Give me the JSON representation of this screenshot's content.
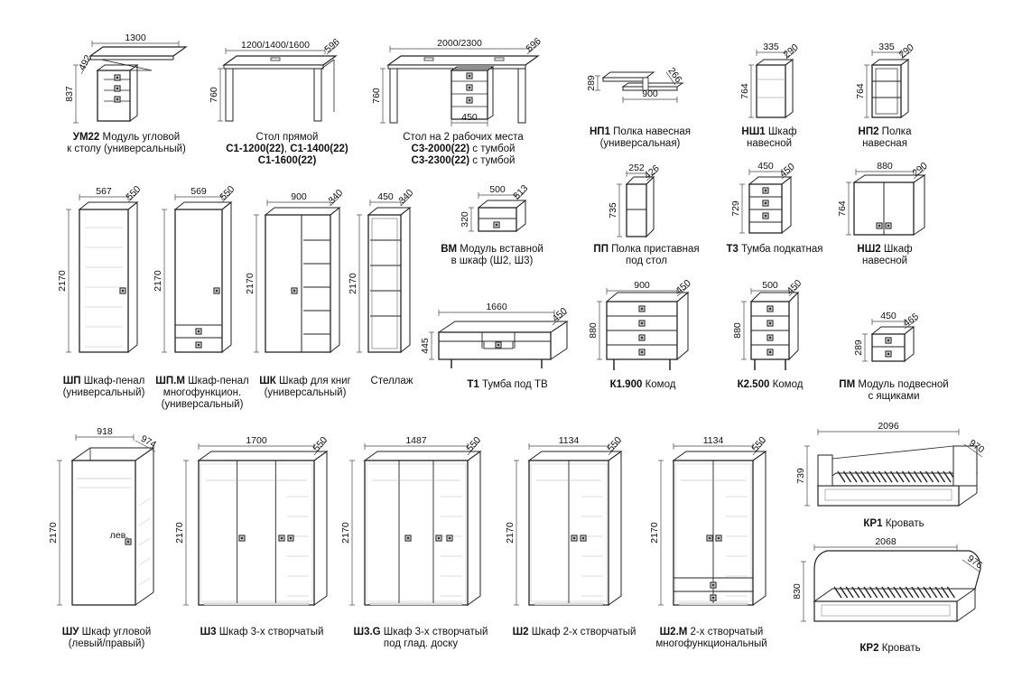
{
  "items": [
    {
      "code": "УМ22",
      "name": "Модуль угловой",
      "lines": [
        "к столу (универсальный)"
      ],
      "dims": [
        "1300",
        "492",
        "837"
      ]
    },
    {
      "code": "",
      "name": "Стол прямой",
      "lines": [
        "С1-1200(22), С1-1400(22)",
        "С1-1600(22)"
      ],
      "dims": [
        "1200/1400/1600",
        "596",
        "760"
      ]
    },
    {
      "code": "",
      "name": "Стол на 2 рабочих места",
      "lines": [
        "С3-2000(22) с тумбой",
        "С3-2300(22) с тумбой"
      ],
      "dims": [
        "2000/2300",
        "596",
        "760",
        "450"
      ]
    },
    {
      "code": "НП1",
      "name": "Полка навесная",
      "lines": [
        "(универсальная)"
      ],
      "dims": [
        "289",
        "266",
        "900"
      ]
    },
    {
      "code": "НШ1",
      "name": "Шкаф",
      "lines": [
        "навесной"
      ],
      "dims": [
        "335",
        "290",
        "764"
      ]
    },
    {
      "code": "НП2",
      "name": "Полка",
      "lines": [
        "навесная"
      ],
      "dims": [
        "335",
        "290",
        "764"
      ]
    },
    {
      "code": "ШП",
      "name": "Шкаф-пенал",
      "lines": [
        "(универсальный)"
      ],
      "dims": [
        "567",
        "550",
        "2170"
      ]
    },
    {
      "code": "ШП.М",
      "name": "Шкаф-пенал",
      "lines": [
        "многофункцион.",
        "(универсальный)"
      ],
      "dims": [
        "569",
        "550",
        "2170"
      ]
    },
    {
      "code": "ШК",
      "name": "Шкаф для книг",
      "lines": [
        "(универсальный)"
      ],
      "dims": [
        "900",
        "340",
        "2170"
      ]
    },
    {
      "code": "",
      "name": "Стеллаж",
      "lines": [],
      "dims": [
        "450",
        "340",
        "2170"
      ]
    },
    {
      "code": "ВМ",
      "name": "Модуль вставной",
      "lines": [
        "в шкаф (Ш2, Ш3)"
      ],
      "dims": [
        "500",
        "513",
        "320"
      ]
    },
    {
      "code": "ПП",
      "name": "Полка приставная",
      "lines": [
        "под стол"
      ],
      "dims": [
        "252",
        "426",
        "735"
      ]
    },
    {
      "code": "Т3",
      "name": "Тумба подкатная",
      "lines": [],
      "dims": [
        "450",
        "450",
        "729"
      ]
    },
    {
      "code": "НШ2",
      "name": "Шкаф",
      "lines": [
        "навесной"
      ],
      "dims": [
        "880",
        "290",
        "764"
      ]
    },
    {
      "code": "Т1",
      "name": "Тумба под ТВ",
      "lines": [],
      "dims": [
        "1660",
        "450",
        "445"
      ]
    },
    {
      "code": "К1.900",
      "name": "Комод",
      "lines": [],
      "dims": [
        "900",
        "450",
        "880"
      ]
    },
    {
      "code": "К2.500",
      "name": "Комод",
      "lines": [],
      "dims": [
        "500",
        "450",
        "880"
      ]
    },
    {
      "code": "ПМ",
      "name": "Модуль подвесной",
      "lines": [
        "с ящиками"
      ],
      "dims": [
        "450",
        "465",
        "289"
      ]
    },
    {
      "code": "ШУ",
      "name": "Шкаф угловой",
      "lines": [
        "(левый/правый)"
      ],
      "dims": [
        "918",
        "974",
        "2170"
      ],
      "note": "лев."
    },
    {
      "code": "Ш3",
      "name": "Шкаф 3-х створчатый",
      "lines": [],
      "dims": [
        "1700",
        "550",
        "2170"
      ]
    },
    {
      "code": "Ш3.G",
      "name": "Шкаф 3-х створчатый",
      "lines": [
        "под глад. доску"
      ],
      "dims": [
        "1487",
        "550",
        "2170"
      ]
    },
    {
      "code": "Ш2",
      "name": "Шкаф 2-х створчатый",
      "lines": [],
      "dims": [
        "1134",
        "550",
        "2170"
      ]
    },
    {
      "code": "Ш2.М",
      "name": "2-х створчатый",
      "lines": [
        "многофункциональный"
      ],
      "dims": [
        "1134",
        "550",
        "2170"
      ]
    },
    {
      "code": "КР1",
      "name": "Кровать",
      "lines": [],
      "dims": [
        "2096",
        "970",
        "739"
      ]
    },
    {
      "code": "КР2",
      "name": "Кровать",
      "lines": [],
      "dims": [
        "2068",
        "976",
        "830"
      ]
    }
  ]
}
